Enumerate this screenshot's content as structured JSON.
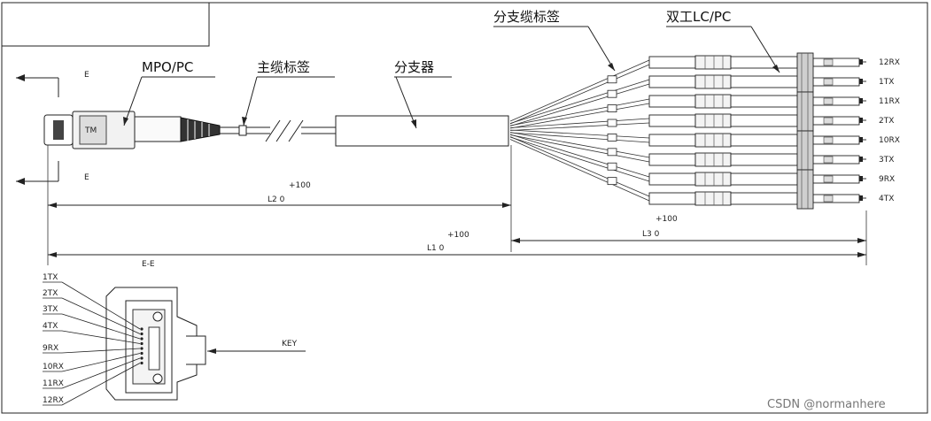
{
  "labels": {
    "mpo_pc": "MPO/PC",
    "main_cable_label": "主缆标签",
    "splitter": "分支器",
    "branch_cable_label": "分支缆标签",
    "duplex_lc": "双工LC/PC",
    "key": "KEY",
    "section": "E-E",
    "section_mark_top": "E",
    "section_mark_bottom": "E",
    "mpo_key_mark": "TM"
  },
  "dimensions": {
    "l2_tol": "+100",
    "l2": "L2  0",
    "l1_tol": "+100",
    "l1": "L1  0",
    "l3_tol": "+100",
    "l3": "L3  0"
  },
  "lc_ports": [
    "12RX",
    "1TX",
    "11RX",
    "2TX",
    "10RX",
    "3TX",
    "9RX",
    "4TX"
  ],
  "mpo_pins": [
    "1TX",
    "2TX",
    "3TX",
    "4TX",
    "9RX",
    "10RX",
    "11RX",
    "12RX"
  ],
  "watermark": "CSDN @normanhere"
}
